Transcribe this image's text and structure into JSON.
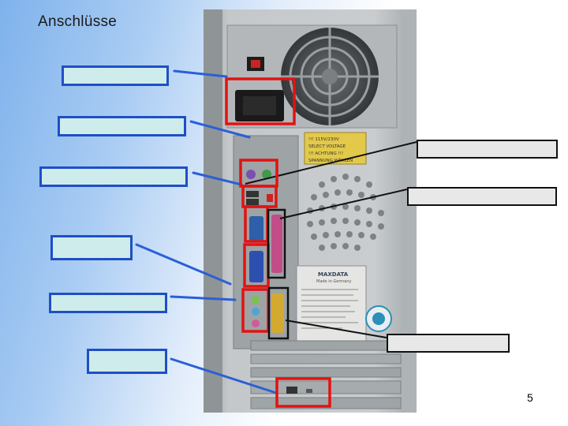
{
  "slide": {
    "title": "Anschlüsse",
    "page_number": "5"
  },
  "photo": {
    "sticker_lines": [
      "!!! 115V/230V",
      "SELECT VOLTAGE",
      "!!! ACHTUNG !!!",
      "SPANNUNG WÄHLEN"
    ],
    "brand": "MAXDATA",
    "brand_tagline": "Made in Germany"
  },
  "colors": {
    "highlight_red": "#e21212",
    "highlight_black": "#111111",
    "leader_blue": "#2b5fd6",
    "box_fill_blue": "#cfecec",
    "box_fill_grey": "#e8e8e8"
  }
}
